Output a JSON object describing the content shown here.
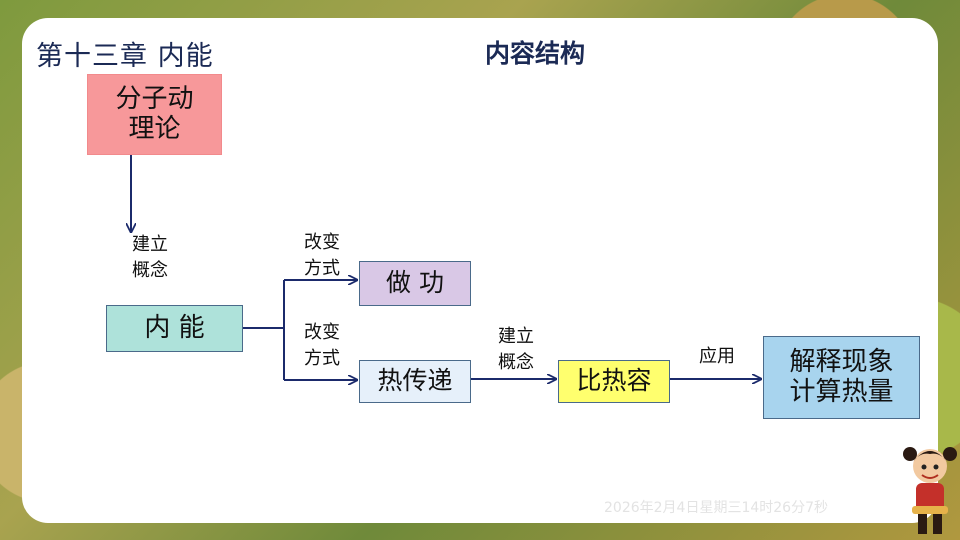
{
  "header": {
    "chapter": "第十三章  内能",
    "title": "内容结构"
  },
  "diagram": {
    "nodes": {
      "molecular_theory": "分子动\n理论",
      "internal_energy": "内  能",
      "work": "做 功",
      "heat_transfer": "热传递",
      "specific_heat": "比热容",
      "explain_calc": "解释现象\n计算热量"
    },
    "edge_labels": {
      "establish_concept_1": "建立\n概念",
      "change_method_1": "改变\n方式",
      "change_method_2": "改变\n方式",
      "establish_concept_2": "建立\n概念",
      "apply": "应用"
    },
    "colors": {
      "molecular_theory": "#f7989a",
      "internal_energy": "#aee2da",
      "work": "#d9c8e6",
      "heat_transfer": "#e6f0fa",
      "specific_heat": "#ffff6e",
      "explain_calc": "#a8d4ee",
      "arrow": "#1b2a6b"
    }
  },
  "footer": {
    "timestamp": "2026年2月4日星期三14时26分7秒"
  }
}
